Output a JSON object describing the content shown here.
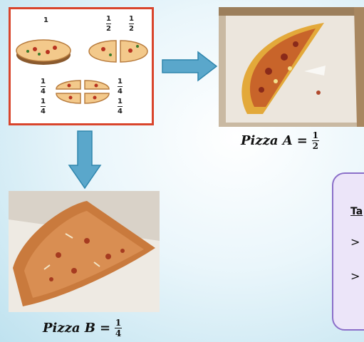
{
  "panel": {
    "whole": {
      "num": "1"
    },
    "halves": [
      {
        "num": "1",
        "den": "2"
      },
      {
        "num": "1",
        "den": "2"
      }
    ],
    "quarters": [
      {
        "num": "1",
        "den": "4"
      },
      {
        "num": "1",
        "den": "4"
      },
      {
        "num": "1",
        "den": "4"
      },
      {
        "num": "1",
        "den": "4"
      }
    ]
  },
  "pizza_a": {
    "name": "Pizza A",
    "equals": "=",
    "num": "1",
    "den": "2"
  },
  "pizza_b": {
    "name": "Pizza B",
    "equals": "=",
    "num": "1",
    "den": "4"
  },
  "task": {
    "title": "Ta",
    "bullets": [
      ">",
      ">"
    ]
  },
  "colors": {
    "panel_border": "#d9452c",
    "arrow": "#5aa7cb",
    "task_border": "#8b6fc9",
    "task_fill": "#ece5f9"
  }
}
